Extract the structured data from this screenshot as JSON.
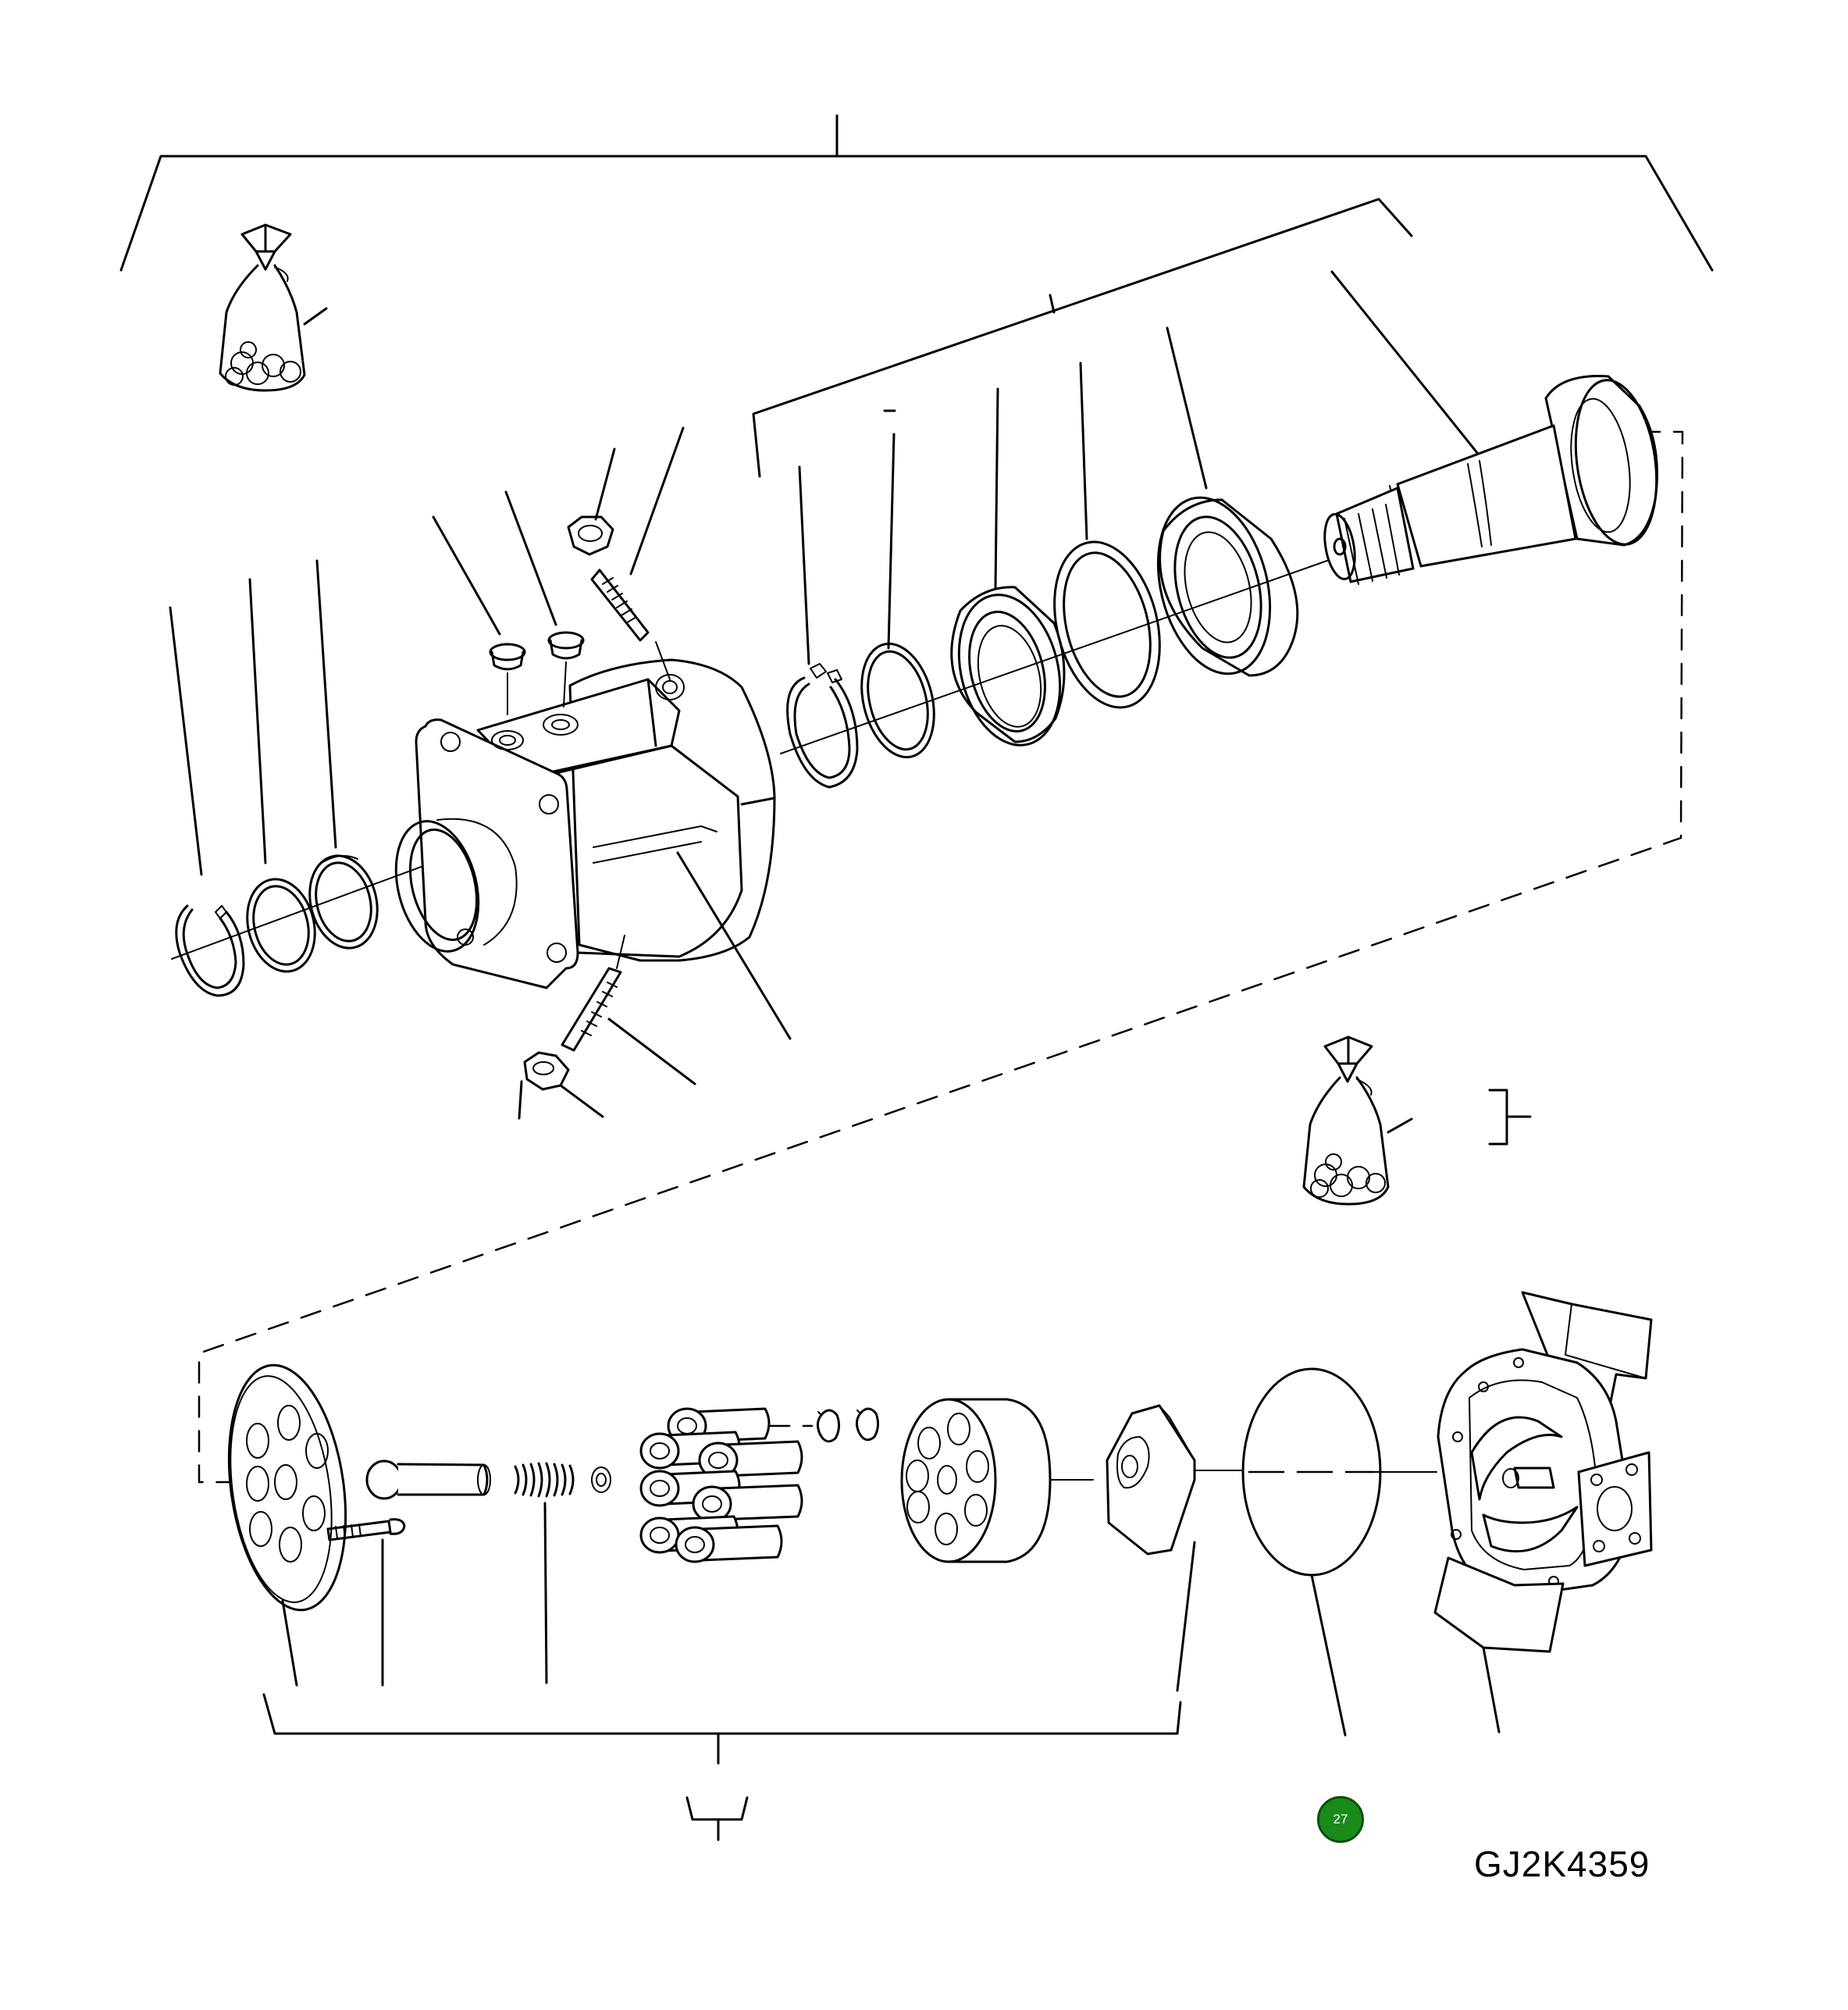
{
  "figure": {
    "drawing_code": "GJ2K4359",
    "page_badge": "27",
    "badge_color": "#1a8a1a"
  },
  "parts": [
    "seal-kit-bag-upper",
    "circlip-left",
    "o-ring-left",
    "seal-ring-left",
    "pump-housing",
    "plug-small-1",
    "plug-small-2",
    "lock-nut-upper",
    "adjusting-stud-upper",
    "adjusting-stud-lower",
    "lock-nut-lower",
    "circlip-right",
    "shim-ring",
    "bearing-cup",
    "spacer-ring",
    "ball-bearing",
    "drive-shaft",
    "seal-kit-bag-lower",
    "retaining-plate",
    "center-pin",
    "cap-screw",
    "spring",
    "pistons",
    "small-rings",
    "cylinder-block",
    "control-plate",
    "o-ring-large",
    "port-plate"
  ]
}
